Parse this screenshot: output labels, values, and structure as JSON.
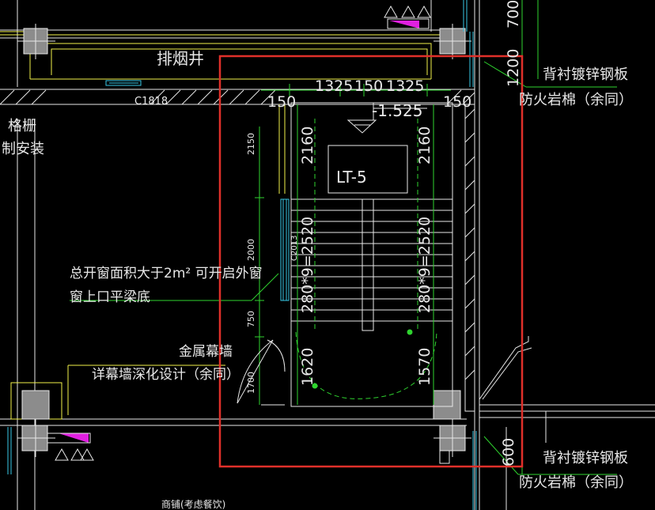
{
  "labels": {
    "smoke_shaft": "排烟井",
    "window_code": "C1818",
    "grille": "格栅",
    "install": "制安装",
    "level": "-1.525",
    "stair_id": "LT-5",
    "window_area_note": "总开窗面积大于2m² 可开启外窗",
    "window_top_note": "窗上口平梁底",
    "metal_curtain_wall": "金属幕墙",
    "curtain_wall_detail": "详幕墙深化设计（余同）",
    "backing_plate_1": "背衬镀锌钢板",
    "fire_wool_1": "防火岩棉（余同）",
    "backing_plate_2": "背衬镀锌钢板",
    "fire_wool_2": "防火岩棉（余同）",
    "shop_bottom": "商铺(考虑餐饮)",
    "top_right_dim": "700",
    "right_dim_1200": "1200",
    "right_dim_600": "600"
  },
  "dimensions": {
    "top_1325_left": "1325",
    "top_150": "150",
    "top_1325_right": "1325",
    "side_150_left": "150",
    "side_150_right": "150",
    "left_2160": "2160",
    "right_2160": "2160",
    "left_run": "280*9=2520",
    "right_run": "280*9=2520",
    "left_1620": "1620",
    "right_1570": "1570",
    "small_2150": "2150",
    "small_2000": "2000",
    "small_750": "750",
    "small_1700": "1700",
    "small_c2013": "C2013"
  },
  "colors": {
    "background": "#000000",
    "wall": "#e8e8e8",
    "yellow_line": "#f2f24a",
    "green_line": "#2fd32f",
    "red_frame": "#e0302a",
    "magenta_marker": "#e020e0",
    "cyan_window": "#37c8e6",
    "column_fill": "#8c8c8c"
  }
}
